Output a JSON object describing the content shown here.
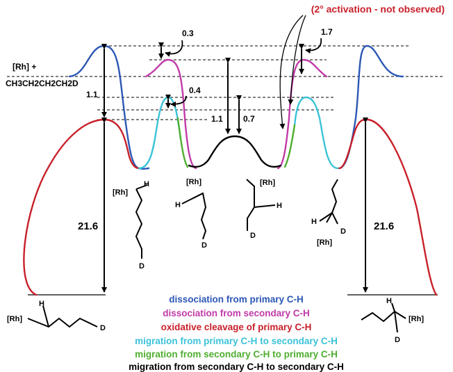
{
  "title_note": "(2° activation - not observed)",
  "reactant": {
    "line1": "[Rh] +",
    "line2": "CH3CH2CH2CH2D"
  },
  "values": {
    "v_0_3": "0.3",
    "v_1_7": "1.7",
    "v_1_1_left": "1.1",
    "v_0_4": "0.4",
    "v_1_1_mid": "1.1",
    "v_0_7": "0.7",
    "v_21_6_left": "21.6",
    "v_21_6_right": "21.6"
  },
  "atoms": {
    "rh": "[Rh]",
    "h": "H",
    "d": "D"
  },
  "legend": [
    {
      "text": "dissociation from primary C-H",
      "color": "#2c57b5"
    },
    {
      "text": "dissociation from secondary C-H",
      "color": "#c13aa8"
    },
    {
      "text": "oxidative cleavage of primary C-H",
      "color": "#c8202a"
    },
    {
      "text": "migration from primary C-H to secondary C-H",
      "color": "#3bc3d8"
    },
    {
      "text": "migration from secondary C-H to primary C-H",
      "color": "#4fae2f"
    },
    {
      "text": "migration from secondary C-H to secondary C-H",
      "color": "#000000"
    }
  ],
  "colors": {
    "blue": "#2c57b5",
    "magenta": "#c13aa8",
    "red": "#c8202a",
    "cyan": "#3bc3d8",
    "green": "#4fae2f",
    "black": "#000000",
    "note": "#c8202a"
  }
}
